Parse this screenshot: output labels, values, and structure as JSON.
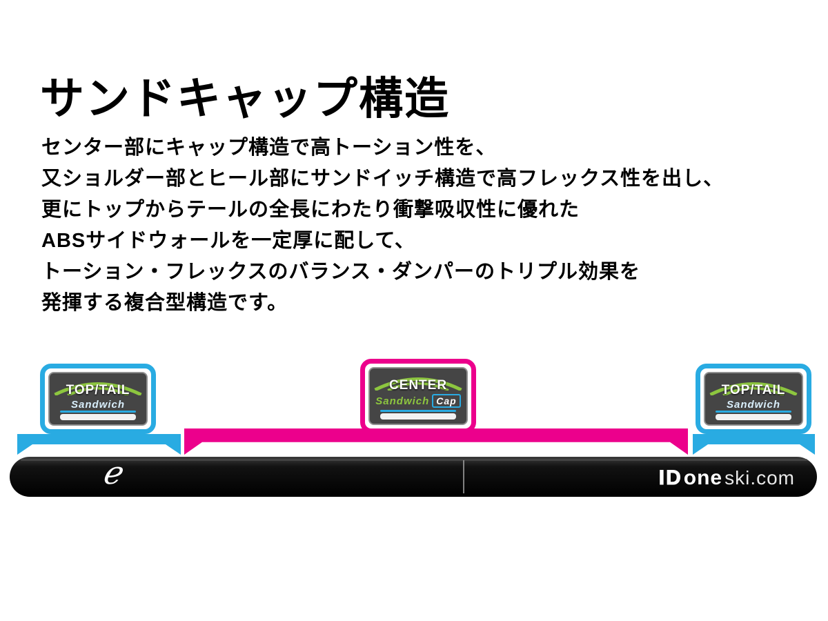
{
  "title": "サンドキャップ構造",
  "description_lines": [
    "センター部にキャップ構造で高トーション性を、",
    "又ショルダー部とヒール部にサンドイッチ構造で高フレックス性を出し、",
    "更にトップからテールの全長にわたり衝撃吸収性に優れた",
    "ABSサイドウォールを一定厚に配して、",
    "トーション・フレックスのバランス・ダンパーのトリプル効果を",
    "発揮する複合型構造です。"
  ],
  "diagram": {
    "badges": {
      "left": {
        "line1": "TOP/TAIL",
        "line2": "Sandwich"
      },
      "center": {
        "line1": "CENTER",
        "line2_a": "Sandwich",
        "line2_b": "Cap"
      },
      "right": {
        "line1": "TOP/TAIL",
        "line2": "Sandwich"
      }
    },
    "ski": {
      "logo_glyph": "ℯ",
      "brand_id": "ID",
      "brand_one": "one",
      "brand_ski": "ski.com"
    },
    "colors": {
      "cyan": "#29abe2",
      "magenta": "#ec008c",
      "green": "#8dc63f",
      "ski_black": "#0d0d0d"
    }
  }
}
